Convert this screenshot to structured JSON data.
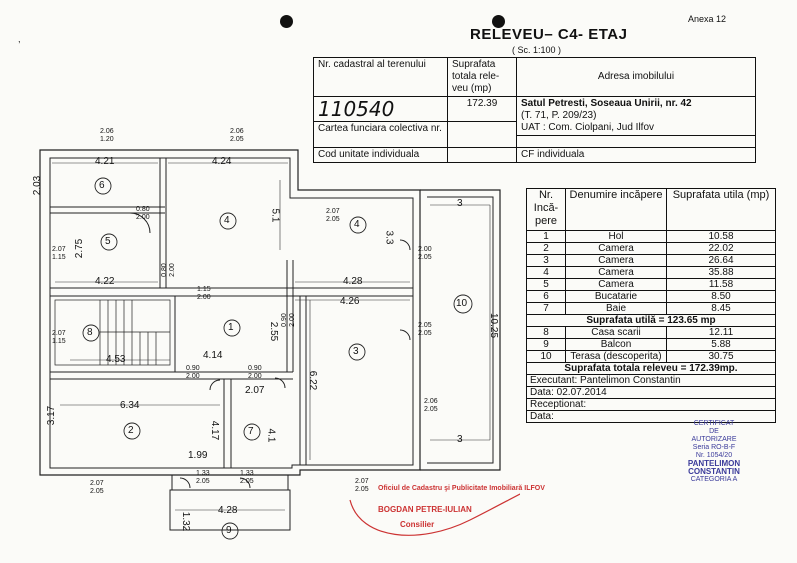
{
  "header": {
    "annex": "Anexa 12",
    "title": "RELEVEU– C4- ETAJ",
    "scale": "( Sc. 1:100 )"
  },
  "info_table": {
    "nr_cadastral_label": "Nr. cadastral al terenului",
    "nr_cadastral_value": "110540",
    "suprafata_label": "Suprafata totala rele-veu (mp)",
    "suprafata_value": "172.39",
    "adresa_label": "Adresa imobilului",
    "adresa_line1": "Satul Petresti, Soseaua Unirii, nr. 42",
    "adresa_line2": "(T. 71, P. 209/23)",
    "uat": "UAT :  Com. Ciolpani, Jud Ilfov",
    "carte_label": "Cartea funciara colectiva nr.",
    "cod_label": "Cod unitate individuala",
    "cf_label": "CF individuala"
  },
  "rooms_table": {
    "headers": [
      "Nr. Incă-pere",
      "Denumire incăpere",
      "Suprafata utila (mp)"
    ],
    "rows": [
      {
        "nr": "1",
        "name": "Hol",
        "area": "10.58"
      },
      {
        "nr": "2",
        "name": "Camera",
        "area": "22.02"
      },
      {
        "nr": "3",
        "name": "Camera",
        "area": "26.64"
      },
      {
        "nr": "4",
        "name": "Camera",
        "area": "35.88"
      },
      {
        "nr": "5",
        "name": "Camera",
        "area": "11.58"
      },
      {
        "nr": "6",
        "name": "Bucatarie",
        "area": "8.50"
      },
      {
        "nr": "7",
        "name": "Baie",
        "area": "8.45"
      }
    ],
    "util_total": "Suprafata  utilă = 123.65 mp",
    "extra_rows": [
      {
        "nr": "8",
        "name": "Casa scarii",
        "area": "12.11"
      },
      {
        "nr": "9",
        "name": "Balcon",
        "area": "5.88"
      },
      {
        "nr": "10",
        "name": "Terasa (descoperita)",
        "area": "30.75"
      }
    ],
    "releveu_total": "Suprafata  totala releveu = 172.39mp.",
    "executant": "Executant: Pantelimon Constantin",
    "data1": "Data: 02.07.2014",
    "receptionat": "Receptionat:",
    "data2": "Data:"
  },
  "stamp": {
    "office": "Oficiul de Cadastru şi Publicitate Imobiliară ILFOV",
    "name": "BOGDAN PETRE-IULIAN",
    "role": "Consilier",
    "cert1": "CERTIFICAT",
    "cert2": "DE",
    "cert3": "AUTORIZARE",
    "serie": "Seria RO-B-F",
    "nr": "Nr. 1054/20",
    "person": "PANTELIMON",
    "person2": "CONSTANTIN",
    "categ": "CATEGORIA A"
  },
  "plan_labels": {
    "room_numbers": [
      "1",
      "2",
      "3",
      "4",
      "4",
      "5",
      "6",
      "7",
      "8",
      "9",
      "10"
    ],
    "dims": [
      "4.21",
      "4.24",
      "2.03",
      "5.1",
      "4.22",
      "2.75",
      "3.3",
      "4.28",
      "4.26",
      "4.14",
      "2.55",
      "4.53",
      "6.22",
      "6.34",
      "3.17",
      "4.17",
      "2.07",
      "4.1",
      "1.99",
      "4.28",
      "1.32",
      "10.25",
      "3",
      "3"
    ],
    "window_labels": [
      "2.06\n1.20",
      "2.06\n2.05",
      "0.80\n2.00",
      "2.07\n1.15",
      "0.80\n2.00",
      "1.15\n2.00",
      "2.07\n2.05",
      "2.00\n2.05",
      "0.90\n2.00",
      "2.05\n2.05",
      "2.07\n1.15",
      "0.90\n2.00",
      "0.90\n2.00",
      "2.06\n2.05",
      "2.07\n2.05",
      "1.33\n2.05",
      "1.33\n2.05",
      "2.07\n2.05"
    ]
  }
}
